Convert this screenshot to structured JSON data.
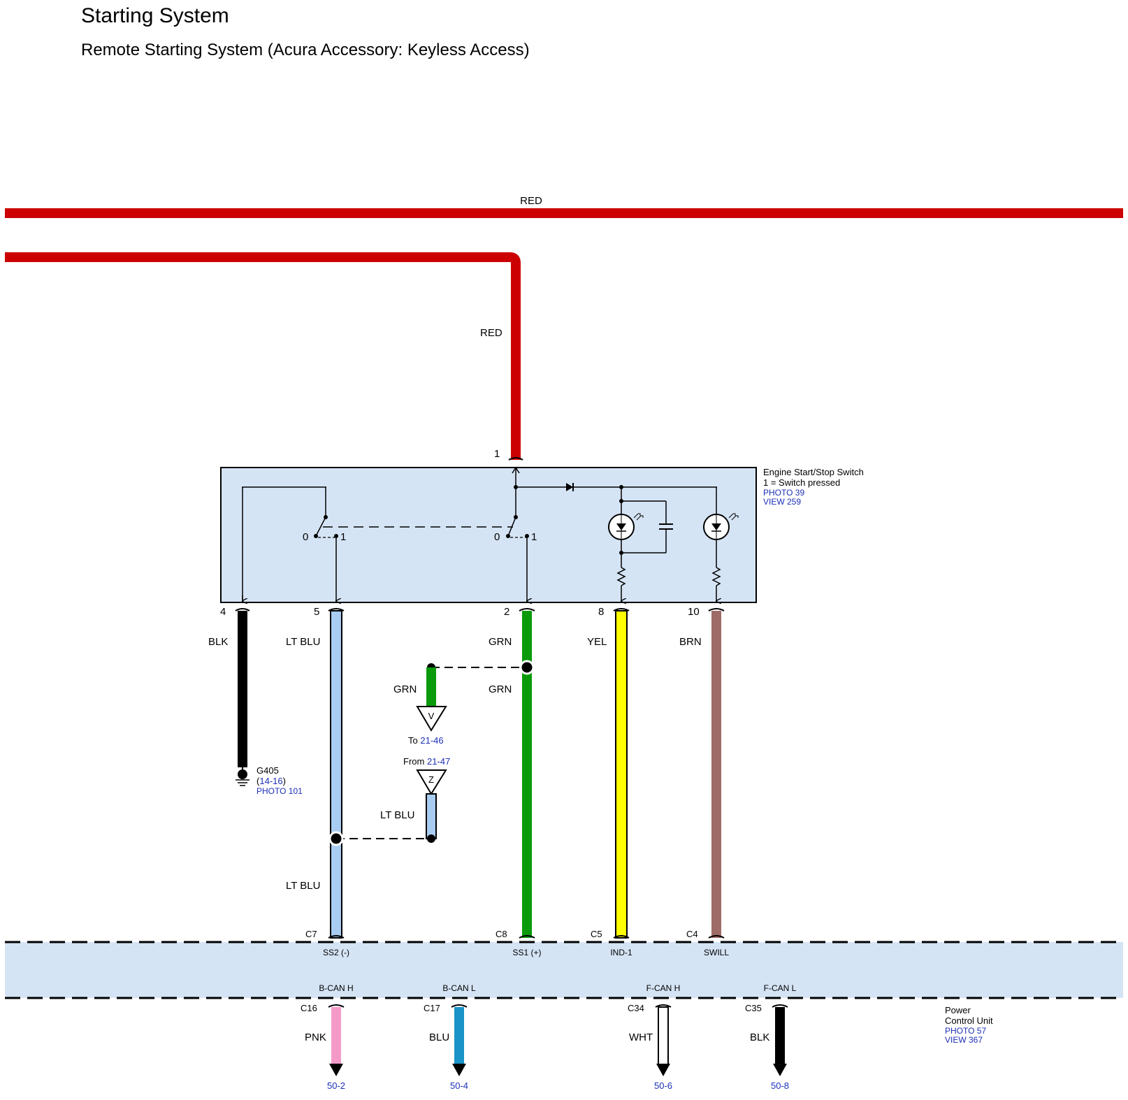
{
  "header": {
    "title": "Starting System",
    "subtitle": "Remote Starting System (Acura Accessory: Keyless Access)"
  },
  "colors": {
    "RED": "#cc0000",
    "BLK": "#000000",
    "LT BLU": "#a9cdf2",
    "GRN": "#0a9a0a",
    "YEL": "#ffff00",
    "BRN": "#9e6b66",
    "PNK": "#f49ac8",
    "BLU": "#1a93c8",
    "WHT": "#ffffff",
    "component_fill": "#d5e4f5",
    "link": "#1c2fb8"
  },
  "top_wires": {
    "bus_label": "RED",
    "feed_label": "RED",
    "feed_pin": "1"
  },
  "switch": {
    "name": "Engine Start/Stop Switch",
    "note": "1 = Switch pressed",
    "photo": "PHOTO 39",
    "view": "VIEW 259",
    "contact_labels": [
      "0",
      "1",
      "0",
      "1"
    ]
  },
  "pins": [
    {
      "pin": "4",
      "color": "BLK"
    },
    {
      "pin": "5",
      "color": "LT BLU"
    },
    {
      "pin": "2",
      "color": "GRN"
    },
    {
      "pin": "8",
      "color": "YEL"
    },
    {
      "pin": "10",
      "color": "BRN"
    }
  ],
  "ground": {
    "name": "G405",
    "ref": "(14-16)",
    "ref_link": "14-16",
    "photo": "PHOTO 101"
  },
  "splice_v": {
    "color_label": "GRN",
    "grn_label_right": "GRN",
    "letter": "V",
    "prefix": "To",
    "ref": "21-46"
  },
  "splice_z": {
    "prefix": "From",
    "ref": "21-47",
    "letter": "Z",
    "color_label": "LT BLU",
    "lt_blu_lower": "LT BLU"
  },
  "pcu": {
    "name_line1": "Power",
    "name_line2": "Control Unit",
    "photo": "PHOTO 57",
    "view": "VIEW 367",
    "top_pins": [
      {
        "connector": "C7",
        "signal": "SS2 (-)"
      },
      {
        "connector": "C8",
        "signal": "SS1 (+)"
      },
      {
        "connector": "C5",
        "signal": "IND-1"
      },
      {
        "connector": "C4",
        "signal": "SWILL"
      }
    ],
    "bottom_pins": [
      {
        "signal": "B-CAN H",
        "connector": "C16",
        "color": "PNK",
        "ref": "50-2"
      },
      {
        "signal": "B-CAN L",
        "connector": "C17",
        "color": "BLU",
        "ref": "50-4"
      },
      {
        "signal": "F-CAN H",
        "connector": "C34",
        "color": "WHT",
        "ref": "50-6"
      },
      {
        "signal": "F-CAN L",
        "connector": "C35",
        "color": "BLK",
        "ref": "50-8"
      }
    ]
  }
}
